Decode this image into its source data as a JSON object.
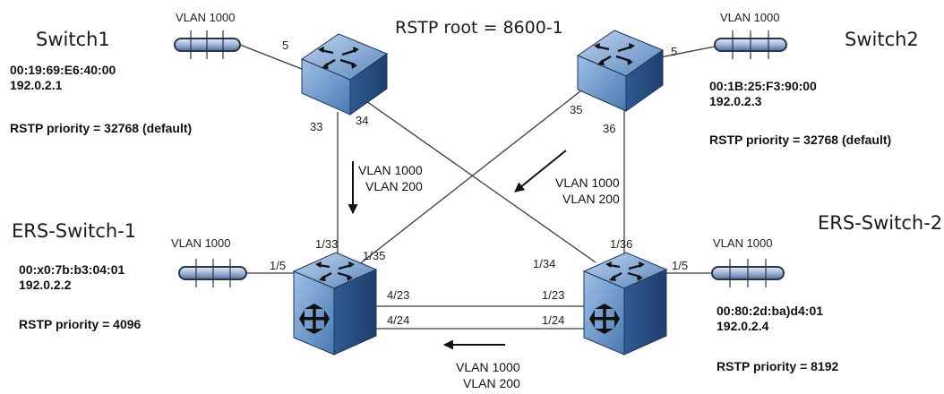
{
  "title": "RSTP root = 8600-1",
  "vlan_segment_label": "VLAN 1000",
  "switches": {
    "switch1": {
      "name": "Switch1",
      "mac": "00:19:69:E6:40:00",
      "ip": "192.0.2.1",
      "priority": "RSTP priority = 32768 (default)"
    },
    "switch2": {
      "name": "Switch2",
      "mac": "00:1B:25:F3:90:00",
      "ip": "192.0.2.3",
      "priority": "RSTP priority = 32768 (default)"
    },
    "ers1": {
      "name": "ERS-Switch-1",
      "mac": "00:x0:7b:b3:04:01",
      "ip": "192.0.2.2",
      "priority": "RSTP priority = 4096"
    },
    "ers2": {
      "name": "ERS-Switch-2",
      "mac": "00:80:2d:ba)d4:01",
      "ip": "192.0.2.4",
      "priority": "RSTP priority = 8192"
    }
  },
  "ports": {
    "s1_vlan": "5",
    "s1_down": "33",
    "s1_cross": "34",
    "s2_vlan": "5",
    "s2_cross": "35",
    "s2_down": "36",
    "e1_vlan": "1/5",
    "e1_up": "1/33",
    "e1_cross": "1/35",
    "e1_t1": "4/23",
    "e1_t2": "4/24",
    "e2_vlan": "1/5",
    "e2_up": "1/36",
    "e2_cross": "1/34",
    "e2_t1": "1/23",
    "e2_t2": "1/24"
  },
  "flows": [
    {
      "line1": "VLAN 1000",
      "line2": "VLAN 200"
    },
    {
      "line1": "VLAN 1000",
      "line2": "VLAN 200"
    },
    {
      "line1": "VLAN 1000",
      "line2": "VLAN 200"
    }
  ]
}
